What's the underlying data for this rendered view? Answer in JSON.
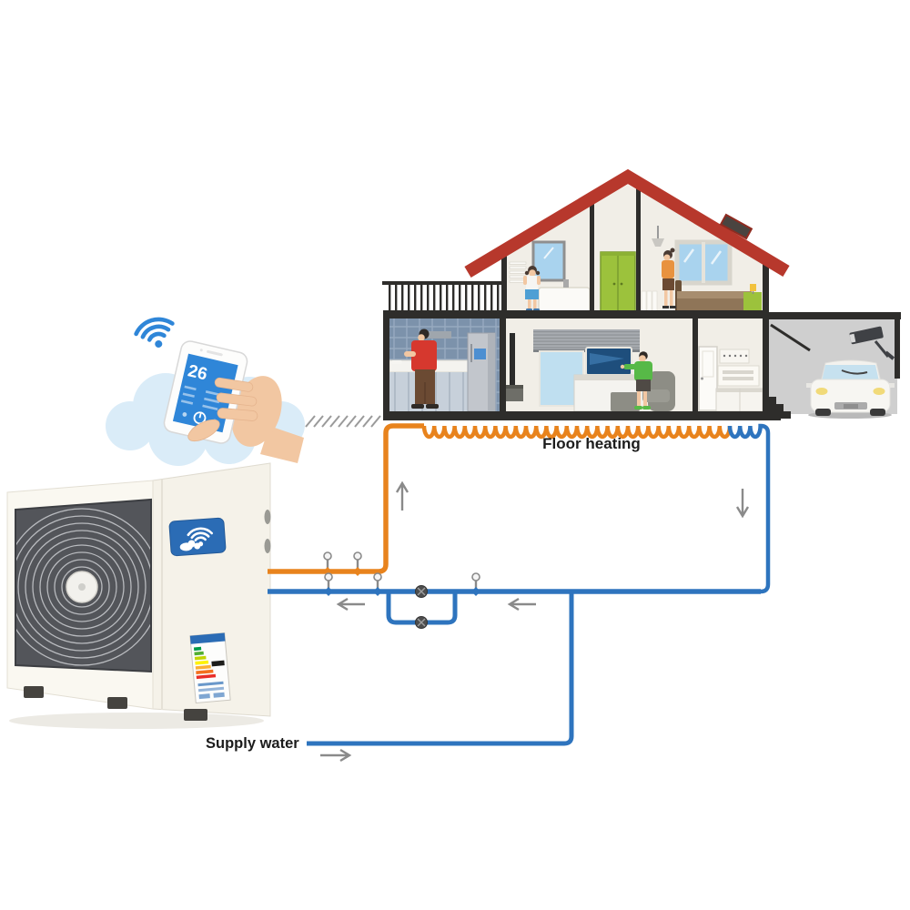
{
  "scene": {
    "labels": {
      "floor_heating": "Floor heating",
      "supply_water": "Supply water"
    },
    "smartphone_app": {
      "temperature_value": "26"
    },
    "colors": {
      "hot_pipe": "#E8831D",
      "cold_pipe": "#2E74BE",
      "roof": "#B7382C",
      "app_screen": "#2F86D8",
      "wifi_badge": "#2B6CB5",
      "cloud": "#DAECF8",
      "wall": "#F1EEE7",
      "structure": "#2E2D2B",
      "garage": "#CFCFCF"
    },
    "icons": {
      "wifi": "wifi-icon",
      "wifi_cloud_badge": "wifi-cloud-badge-icon",
      "energy_label": "energy-efficiency-label",
      "up_arrow": "up-arrow-icon",
      "down_arrow": "down-arrow-icon",
      "left_arrow": "left-arrow-icon",
      "right_arrow": "right-arrow-icon",
      "security_camera": "cctv-camera-icon"
    }
  }
}
